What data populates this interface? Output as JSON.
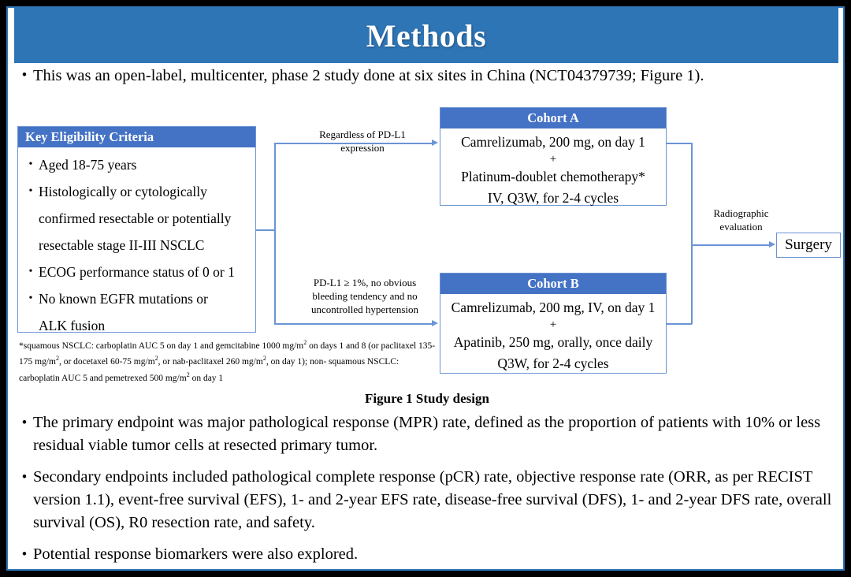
{
  "slide": {
    "banner_title": "Methods",
    "accent_banner_color": "#2E75B6",
    "accent_box_color": "#4472C4",
    "connector_color": "#6B94D4",
    "lead_bullet": "This was an open-label, multicenter, phase 2 study done at six sites in China (NCT04379739; Figure 1)."
  },
  "figure": {
    "caption": "Figure 1 Study design",
    "eligibility": {
      "header": "Key  Eligibility Criteria",
      "criteria": [
        "Aged 18-75 years",
        "Histologically or cytologically",
        "confirmed resectable or potentially",
        "resectable stage II-III  NSCLC",
        "ECOG performance status of 0 or 1",
        "No known EGFR mutations or",
        "ALK fusion"
      ],
      "bulleted_lines": [
        true,
        true,
        false,
        false,
        true,
        true,
        false
      ]
    },
    "cohort_a": {
      "header": "Cohort A",
      "line1": "Camrelizumab, 200 mg, on day 1",
      "plus": "+",
      "line2": "Platinum-doublet chemotherapy*",
      "line3": "IV, Q3W, for 2-4 cycles"
    },
    "cohort_b": {
      "header": "Cohort B",
      "line1": "Camrelizumab, 200 mg, IV, on day 1",
      "plus": "+",
      "line2": "Apatinib, 250 mg, orally, once daily",
      "line3": "Q3W, for 2-4 cycles"
    },
    "surgery": {
      "label": "Surgery"
    },
    "connector_top_label": "Regardless  of PD-L1\nexpression",
    "connector_bottom_label": "PD-L1 ≥ 1%, no obvious\nbleeding tendency  and no\nuncontrolled  hypertension",
    "connector_right_label": "Radiographic\nevaluation",
    "footnote_line1": "*squamous NSCLC: carboplatin AUC 5 on day 1 and gemcitabine 1000 mg/m",
    "footnote_line1b": " on days 1 and 8 (or",
    "footnote_line2a": "paclitaxel  135-175  mg/m",
    "footnote_line2b": ", or docetaxel 60-75 mg/m",
    "footnote_line2c": ", or nab-paclitaxel 260 mg/m",
    "footnote_line2d": ", on day 1); non-",
    "footnote_line3a": "squamous NSCLC: carboplatin AUC 5 and pemetrexed 500 mg/m",
    "footnote_line3b": " on day 1",
    "superscript": "2"
  },
  "bottom_bullets": [
    "The primary endpoint was major pathological response (MPR) rate, defined as the proportion of patients with 10% or less residual viable tumor cells at resected primary tumor.",
    "Secondary endpoints included pathological complete response (pCR) rate, objective response rate (ORR, as per RECIST version 1.1), event-free survival (EFS), 1- and 2-year EFS rate, disease-free survival (DFS), 1- and 2-year DFS rate, overall survival (OS), R0 resection rate, and safety.",
    "Potential response biomarkers were also explored."
  ],
  "bullet_glyph": "•"
}
